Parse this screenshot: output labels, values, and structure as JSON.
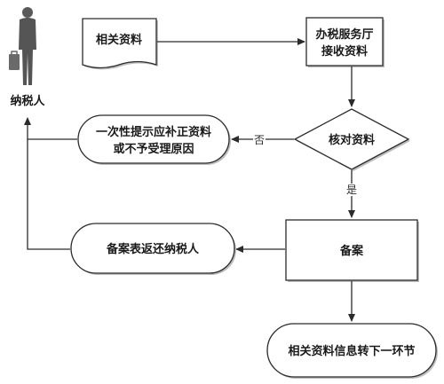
{
  "actor": {
    "label": "纳税人",
    "icon": "person-with-briefcase-icon"
  },
  "nodes": {
    "materials": {
      "label": "相关资料",
      "shape": "document"
    },
    "hall": {
      "lines": [
        "办税服务厅",
        "接收资料"
      ],
      "shape": "rectangle"
    },
    "check": {
      "label": "核对资料",
      "shape": "decision"
    },
    "supplement": {
      "lines": [
        "一次性提示应补正资料",
        "或不予受理原因"
      ],
      "shape": "terminator"
    },
    "record": {
      "label": "备案",
      "shape": "rectangle"
    },
    "return": {
      "label": "备案表返还纳税人",
      "shape": "terminator"
    },
    "transfer": {
      "label": "相关资料信息转下一环节",
      "shape": "terminator"
    }
  },
  "edges": {
    "no_label": "否",
    "yes_label": "是"
  },
  "colors": {
    "line": "#2b2b2b",
    "fill": "#ffffff",
    "shadow": "#bdbdbd",
    "actor": "#555555"
  }
}
